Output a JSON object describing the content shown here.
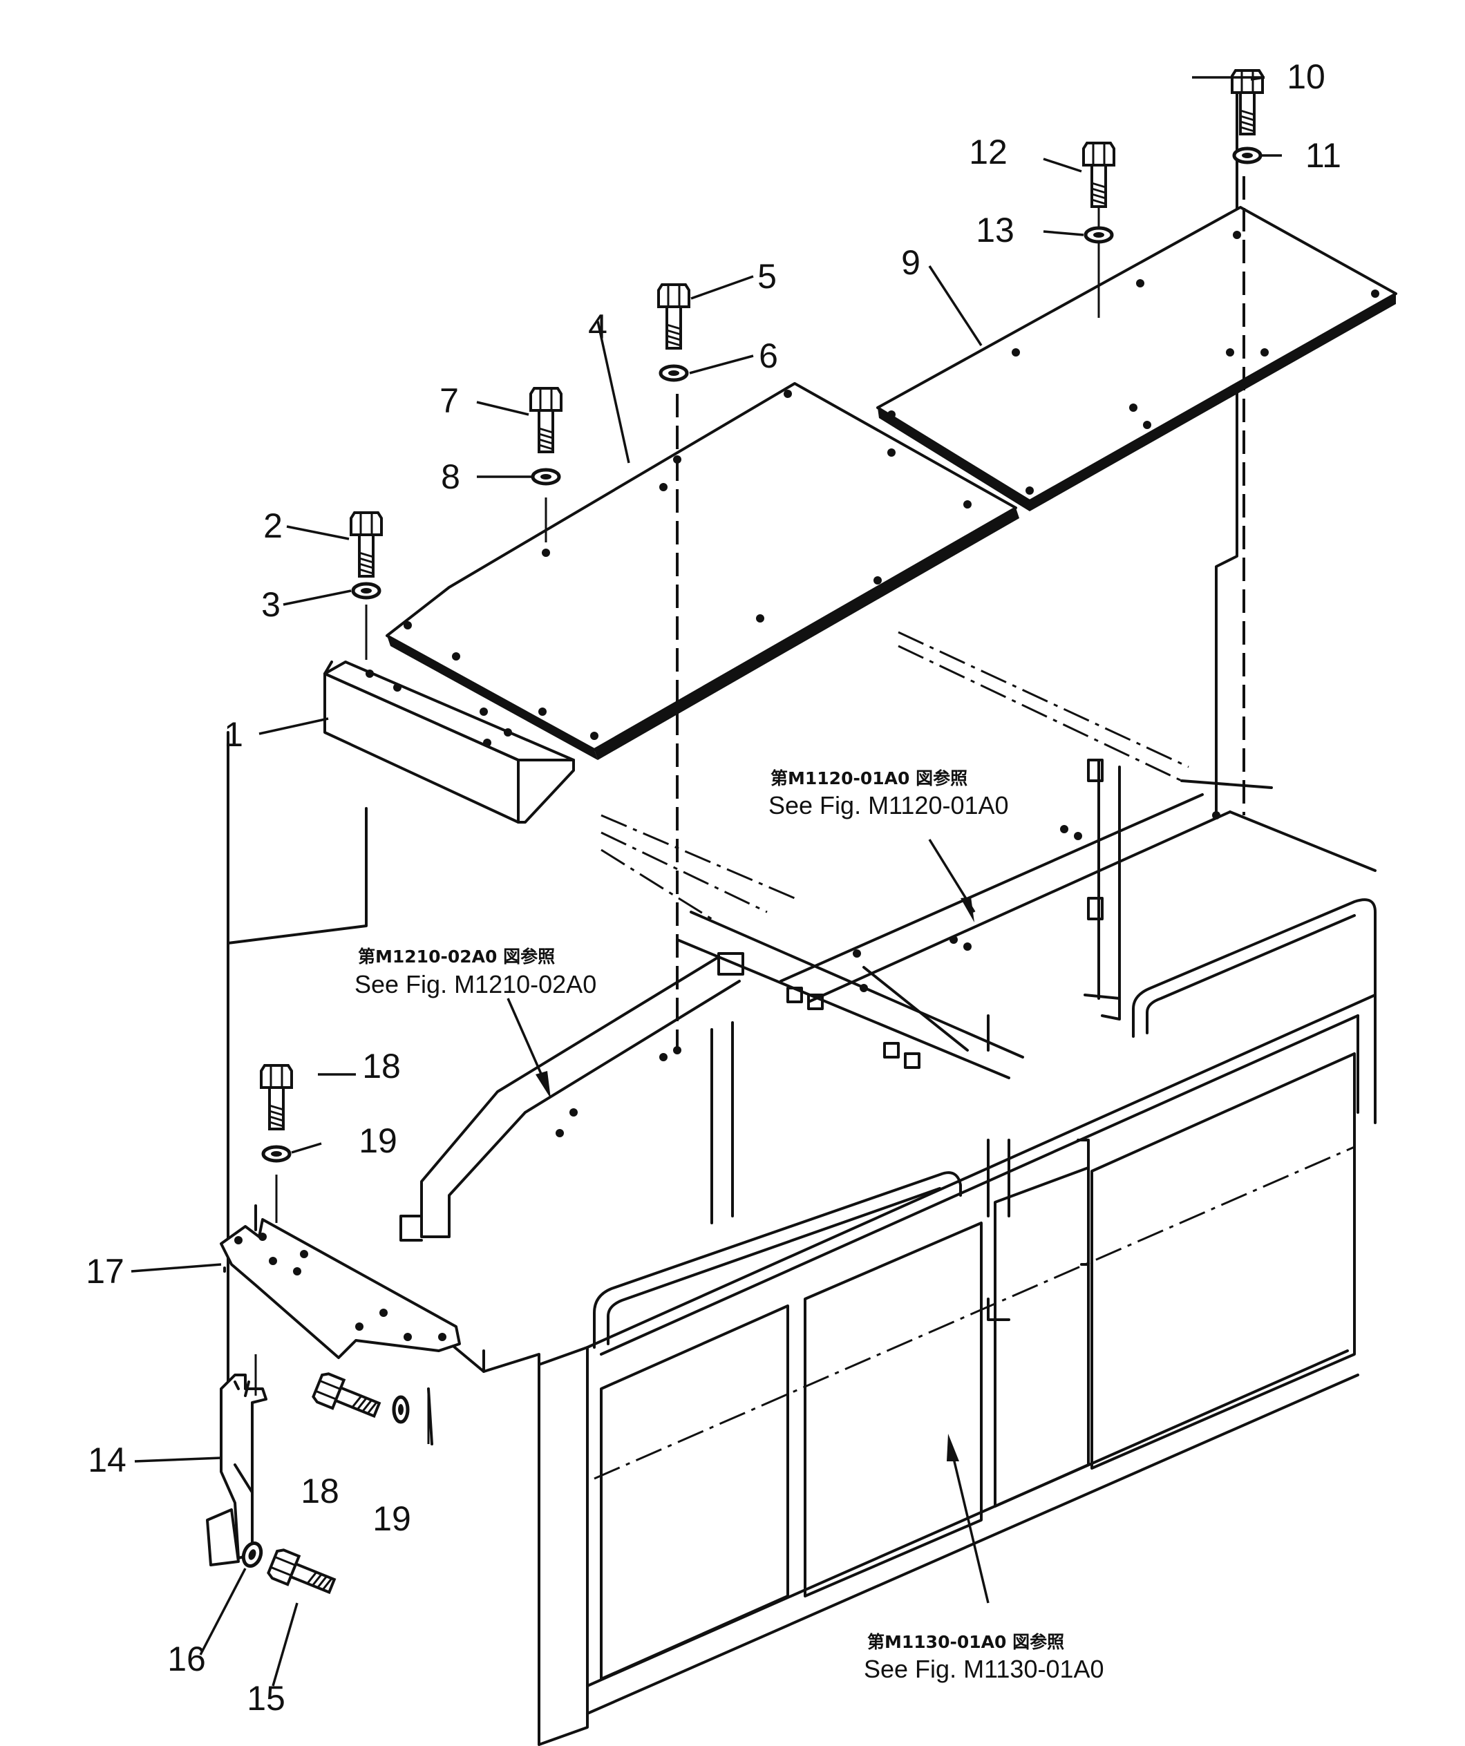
{
  "parts": [
    {
      "no": "1"
    },
    {
      "no": "2"
    },
    {
      "no": "3"
    },
    {
      "no": "4"
    },
    {
      "no": "5"
    },
    {
      "no": "6"
    },
    {
      "no": "7"
    },
    {
      "no": "8"
    },
    {
      "no": "9"
    },
    {
      "no": "10"
    },
    {
      "no": "11"
    },
    {
      "no": "12"
    },
    {
      "no": "13"
    },
    {
      "no": "14"
    },
    {
      "no": "15"
    },
    {
      "no": "16"
    },
    {
      "no": "17"
    },
    {
      "no": "18"
    },
    {
      "no": "19"
    }
  ],
  "extra_labels": {
    "no_18b": "18",
    "no_19b": "19"
  },
  "refs": {
    "m1120": {
      "jp": "第M1120-01A0 図参照",
      "en": "See Fig. M1120-01A0"
    },
    "m1210": {
      "jp": "第M1210-02A0 図参照",
      "en": "See Fig. M1210-02A0"
    },
    "m1130": {
      "jp": "第M1130-01A0 図参照",
      "en": "See Fig. M1130-01A0"
    }
  }
}
